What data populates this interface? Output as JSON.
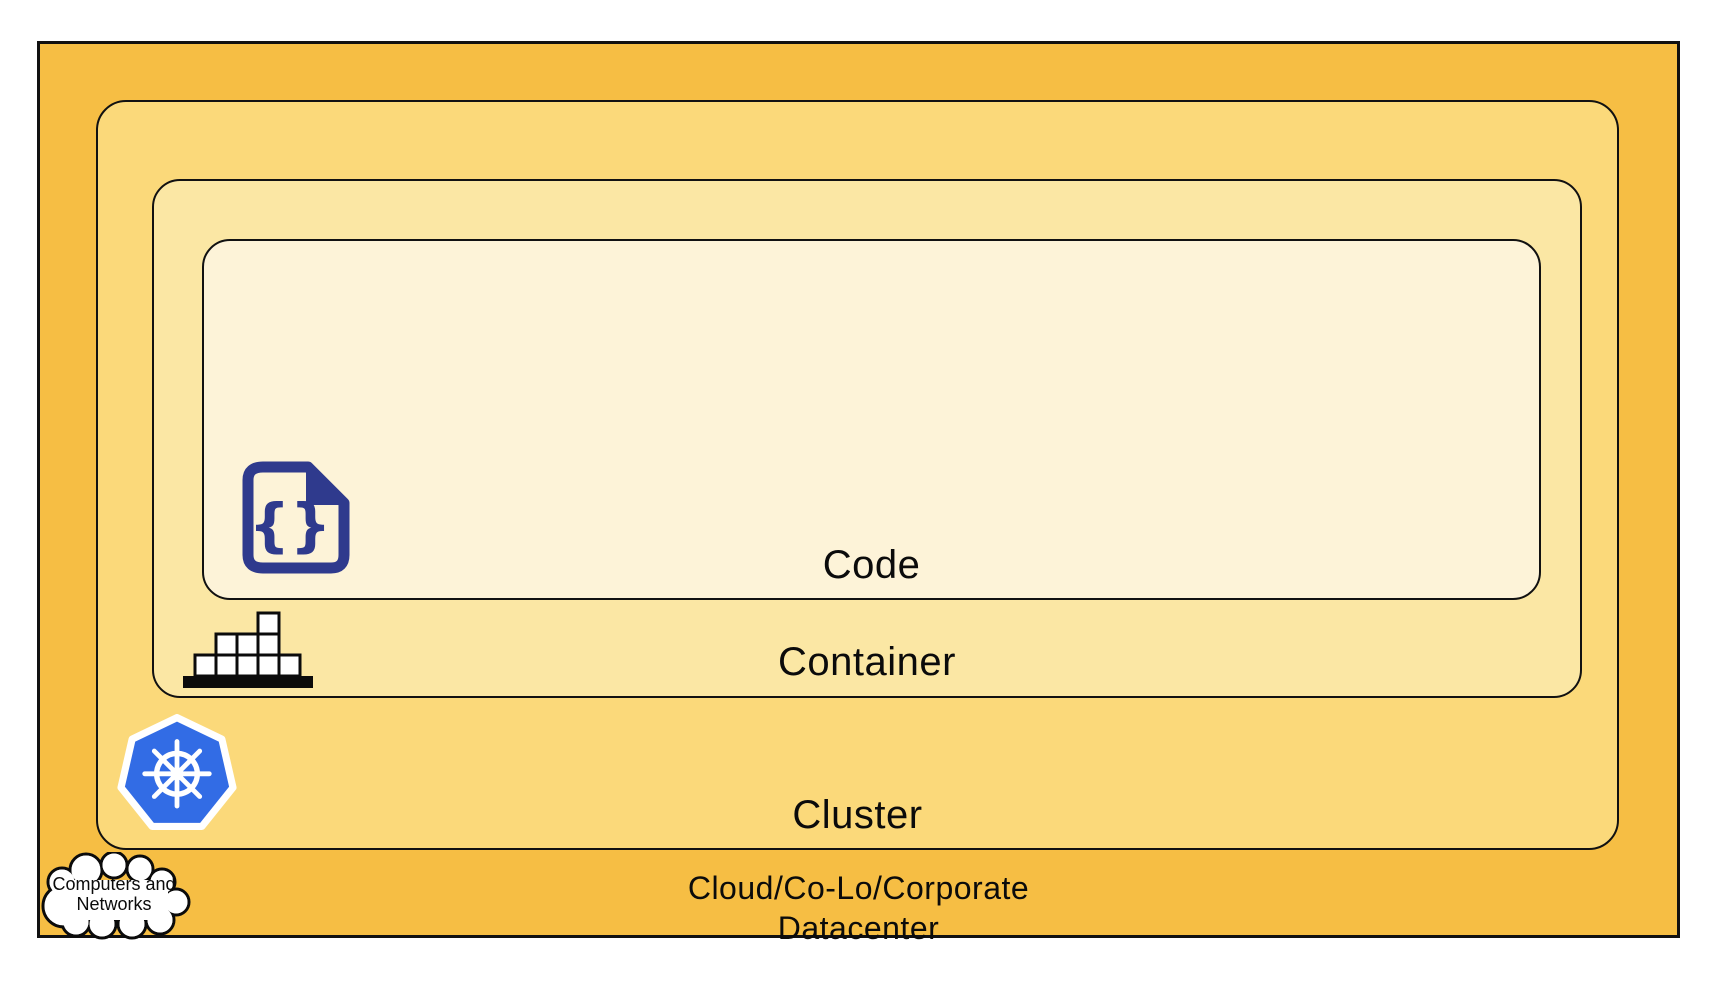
{
  "diagram": {
    "layers": {
      "code": {
        "label": "Code",
        "fill": "#FDF3D8"
      },
      "container": {
        "label": "Container",
        "fill": "#FBE7A4"
      },
      "cluster": {
        "label": "Cluster",
        "fill": "#FBD97A"
      },
      "datacenter": {
        "label_line1": "Cloud/Co-Lo/Corporate",
        "label_line2": "Datacenter",
        "fill": "#F6BE44"
      }
    },
    "cloud_callout": {
      "line1": "Computers and",
      "line2": "Networks",
      "fill": "#FFFFFF"
    },
    "icons": {
      "code_file": "code-file-icon",
      "container_blocks": "container-blocks-icon",
      "kubernetes": "kubernetes-helm-icon",
      "cloud": "cloud-icon"
    },
    "colors": {
      "kubernetes_blue": "#326CE5",
      "icon_indigo": "#2F3A8D",
      "outline": "#111111",
      "block_white": "#FFFFFF"
    }
  }
}
